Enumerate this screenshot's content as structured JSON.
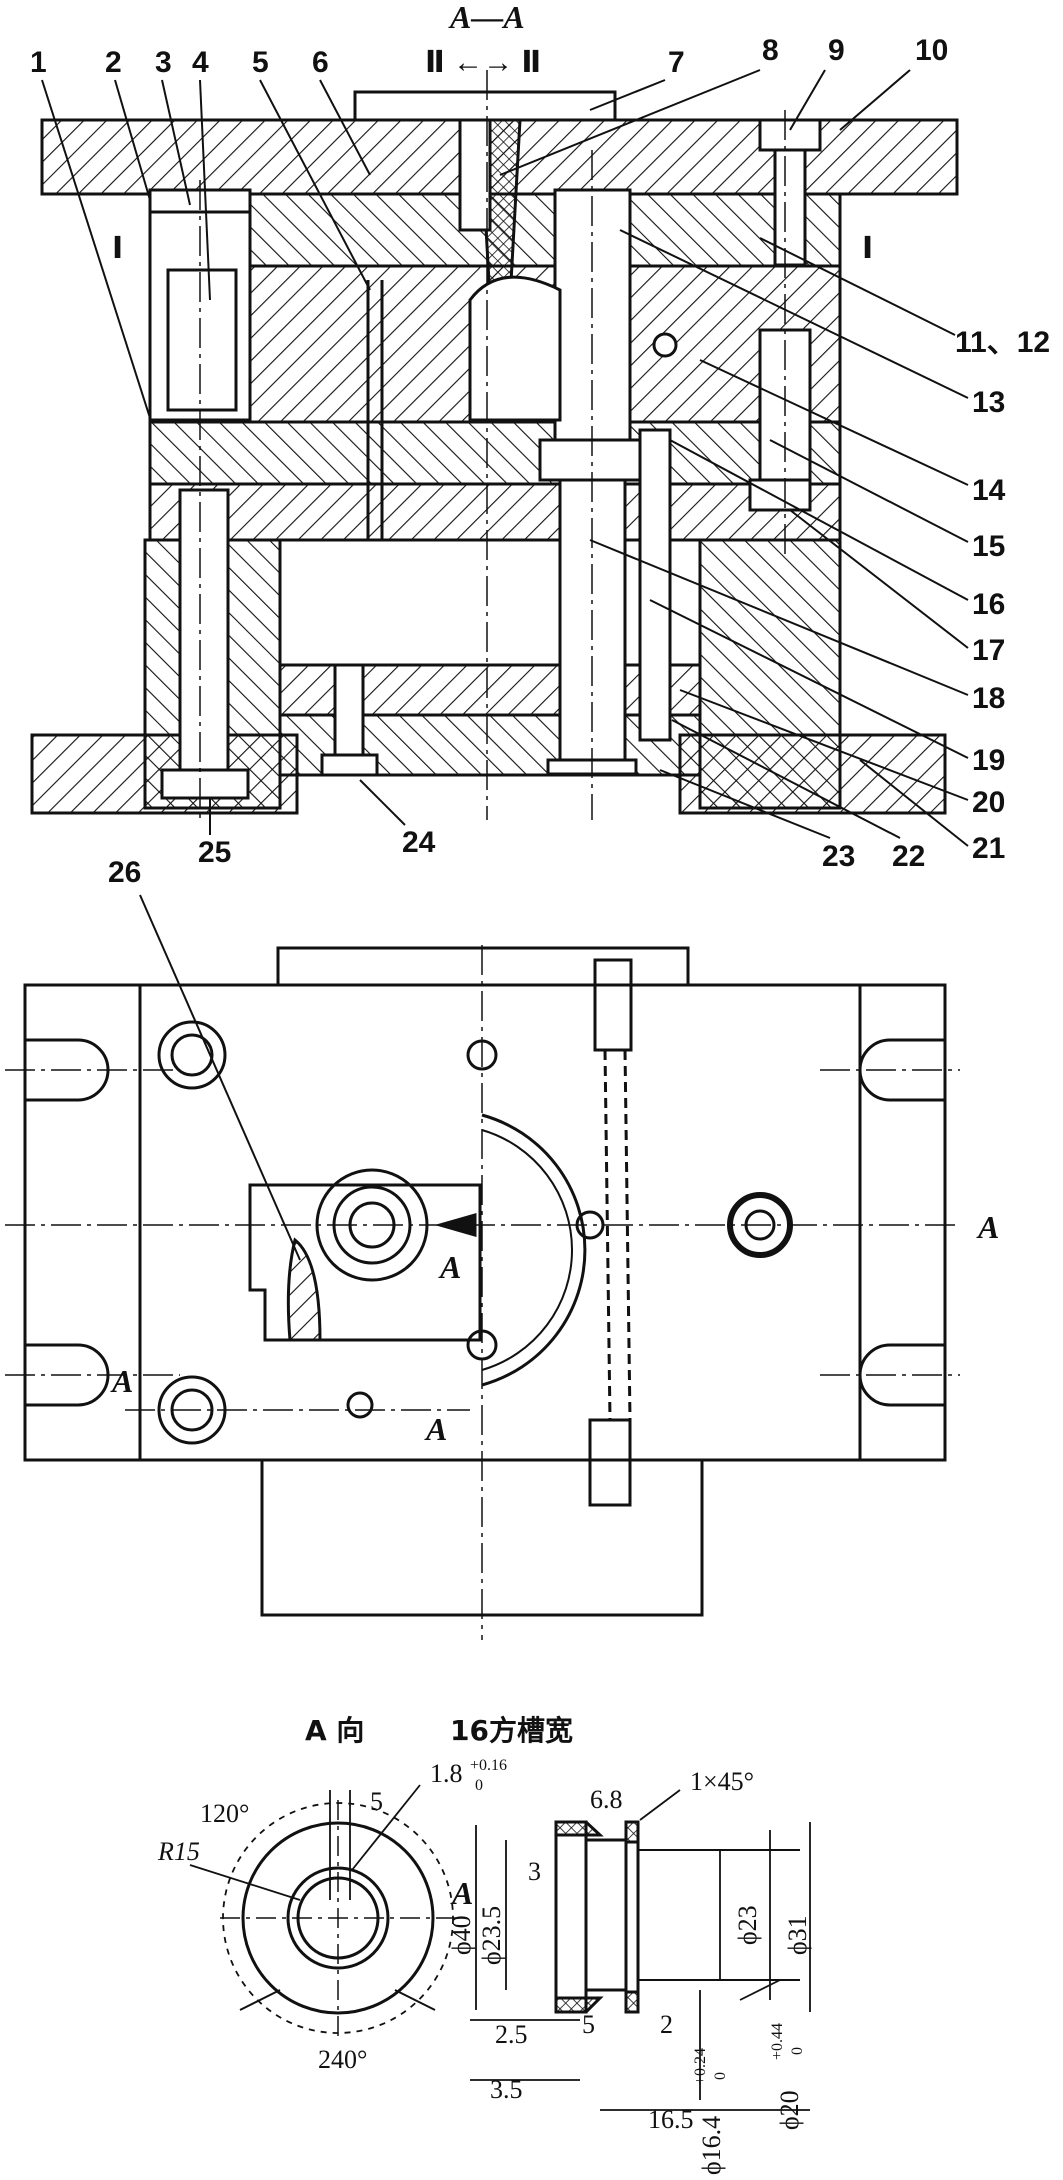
{
  "section_view": {
    "title": "A—A",
    "arrow_label": "Ⅱ ←→ Ⅱ",
    "roman_left": "Ⅰ",
    "roman_right": "Ⅰ",
    "top_callouts": [
      "1",
      "2",
      "3",
      "4",
      "5",
      "6",
      "7",
      "8",
      "9",
      "10"
    ],
    "right_callouts": [
      "11、12",
      "13",
      "14",
      "15",
      "16",
      "17",
      "18",
      "19",
      "20",
      "21",
      "22",
      "23"
    ],
    "bottom_callouts": [
      "25",
      "24"
    ]
  },
  "plan_view": {
    "callout": "26",
    "a_marks": [
      "A",
      "A",
      "A",
      "A"
    ]
  },
  "detail_view": {
    "caption_left": "A 向",
    "caption_right": "16方槽宽",
    "dims": {
      "d5": "5",
      "d18": "1.8",
      "d18_tol_up": "+0.16",
      "d18_tol_lo": "0",
      "d120": "120°",
      "r15": "R15",
      "d240": "240°",
      "a": "A",
      "d68": "6.8",
      "chamfer": "1×45°",
      "phi40": "ϕ40",
      "phi235": "ϕ23.5",
      "d3": "3",
      "phi23": "ϕ23",
      "phi31": "ϕ31",
      "d25": "2.5",
      "d5b": "5",
      "d2": "2",
      "d35": "3.5",
      "d165": "16.5",
      "phi164": "ϕ16.4",
      "phi164_tol_up": "+0.24",
      "phi164_tol_lo": "0",
      "phi20": "ϕ20",
      "phi20_tol_up": "+0.44",
      "phi20_tol_lo": "0"
    }
  }
}
